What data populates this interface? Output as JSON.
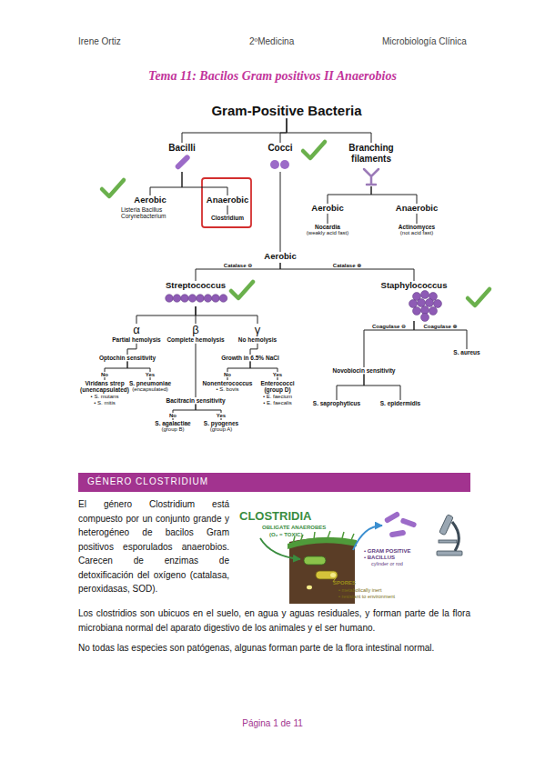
{
  "diagram": {
    "title": "Tema 11: Bacilos Gram positivos II Anaerobios",
    "nodes": [
      {
        "text": [
          "Gram-Positive Bacteria"
        ]
      },
      {
        "text": [
          "Bacilli"
        ]
      },
      {
        "text": [
          "Cocci"
        ]
      },
      {
        "text": [
          "Branching filaments"
        ]
      },
      {
        "text": [
          "Aerobic",
          "Listeria Bacillus Corynebacterium"
        ]
      },
      {
        "text": [
          "Anaerobic"
        ]
      },
      {
        "text": [
          "Clostridium"
        ]
      },
      {
        "text": [
          "Aerobic"
        ]
      },
      {
        "text": [
          "Nocardia",
          "(weakly acid fast)"
        ]
      },
      {
        "text": [
          "Anaerobic"
        ]
      },
      {
        "text": [
          "Actinomyces",
          "(not acid fast)"
        ]
      },
      {
        "text": [
          "Aerobic"
        ]
      },
      {
        "text": [
          "Streptococcus"
        ]
      },
      {
        "text": [
          "Staphylococcus"
        ]
      },
      {
        "text": [
          "α",
          "Partial hemolysis"
        ]
      },
      {
        "text": [
          "β",
          "Complete hemolysis"
        ]
      },
      {
        "text": [
          "γ",
          "No hemolysis"
        ]
      },
      {
        "text": [
          "Optochin sensitivity"
        ]
      },
      {
        "text": [
          "Viridans strep (unencapsulated)",
          "• S. mutans",
          "• S. mitis"
        ]
      },
      {
        "text": [
          "S. pneumoniae",
          "(encapsulated)"
        ]
      },
      {
        "text": [
          "Growth in 6.5% NaCl"
        ]
      },
      {
        "text": [
          "Nonenterococcus",
          "• S. bovis"
        ]
      },
      {
        "text": [
          "Enterococci (group D)",
          "• E. faecium",
          "• E. faecalis"
        ]
      },
      {
        "text": [
          "Bacitracin sensitivity"
        ]
      },
      {
        "text": [
          "S. agalactiae",
          "(group B)"
        ]
      },
      {
        "text": [
          "S. pyogenes",
          "(group A)"
        ]
      },
      {
        "text": [
          "S. aureus"
        ]
      },
      {
        "text": [
          "Novobiocin sensitivity"
        ]
      },
      {
        "text": [
          "S. saprophyticus"
        ]
      },
      {
        "text": [
          "S. epidermidis"
        ]
      },
      {
        "text": [
          "GÉNERO CLOSTRIDIUM"
        ]
      }
    ],
    "edges": [
      {
        "from": 0,
        "to": 1,
        "arrow": "none"
      },
      {
        "from": 0,
        "to": 2,
        "arrow": "none"
      },
      {
        "from": 0,
        "to": 3,
        "arrow": "none"
      },
      {
        "from": 1,
        "to": 4,
        "arrow": "none"
      },
      {
        "from": 1,
        "to": 5,
        "arrow": "none"
      },
      {
        "from": 5,
        "to": 6,
        "arrow": "none"
      },
      {
        "from": 3,
        "to": 7,
        "arrow": "none"
      },
      {
        "from": 3,
        "to": 9,
        "arrow": "none"
      },
      {
        "from": 7,
        "to": 8,
        "arrow": "none"
      },
      {
        "from": 9,
        "to": 10,
        "arrow": "none"
      },
      {
        "from": 2,
        "to": 11,
        "arrow": "none"
      },
      {
        "from": 11,
        "to": 12,
        "label": "Catalase ⊖",
        "arrow": "none"
      },
      {
        "from": 11,
        "to": 13,
        "label": "Catalase ⊕",
        "arrow": "none"
      },
      {
        "from": 12,
        "to": 14,
        "arrow": "none"
      },
      {
        "from": 12,
        "to": 15,
        "arrow": "none"
      },
      {
        "from": 12,
        "to": 16,
        "arrow": "none"
      },
      {
        "from": 14,
        "to": 17,
        "arrow": "none"
      },
      {
        "from": 17,
        "to": 18,
        "label": "No",
        "arrow": "none"
      },
      {
        "from": 17,
        "to": 19,
        "label": "Yes",
        "arrow": "none"
      },
      {
        "from": 16,
        "to": 20,
        "arrow": "none"
      },
      {
        "from": 20,
        "to": 21,
        "label": "No",
        "arrow": "none"
      },
      {
        "from": 20,
        "to": 22,
        "label": "Yes",
        "arrow": "none"
      },
      {
        "from": 15,
        "to": 23,
        "arrow": "none"
      },
      {
        "from": 23,
        "to": 24,
        "label": "No",
        "arrow": "none"
      },
      {
        "from": 23,
        "to": 25,
        "label": "Yes",
        "arrow": "none"
      },
      {
        "from": 13,
        "to": 27,
        "label": "Coagulase ⊖",
        "arrow": "none"
      },
      {
        "from": 13,
        "to": 26,
        "label": "Coagulase ⊕",
        "arrow": "none"
      },
      {
        "from": 27,
        "to": 28,
        "arrow": "none"
      },
      {
        "from": 27,
        "to": 29,
        "arrow": "none"
      }
    ],
    "labels": [
      "Irene Ortiz",
      "2ºMedicina",
      "Microbiología Clínica",
      "El género Clostridium está compuesto por un conjunto grande y heterogéneo de bacilos Gram positivos esporulados anaerobios. Carecen de enzimas de detoxificación del oxígeno (catalasa, peroxidasas, SOD).",
      "CLOSTRIDIA",
      "OBLIGATE ANAEROBES",
      "(O₂ = TOXIC)",
      "• GRAM POSITIVE",
      "• BACILLUS",
      "cylinder or rod",
      "SPORES",
      "• metabolically inert",
      "• resistant to environment",
      "Los clostridios son ubicuos en el suelo, en agua y aguas residuales, y forman parte de la flora microbiana normal del aparato digestivo de los animales y el ser humano.",
      "No todas las especies son patógenas, algunas forman parte de la flora intestinal normal.",
      "Página 1 de 11"
    ]
  }
}
